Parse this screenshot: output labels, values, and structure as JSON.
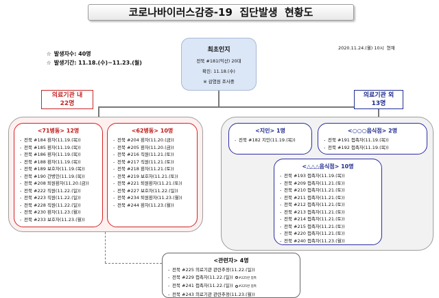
{
  "title": "코로나바이러스감증-19  집단발생  현황도",
  "summary": {
    "bullet": "☆",
    "occurrence": "발생자수: 40명",
    "period": "발생기간: 11.18.(수)~11.23.(월)"
  },
  "as_of": "2020.11.24.(월) 10시  현재",
  "first_case": {
    "title": "최초인지",
    "case": "전북 #181(익산) 20대",
    "confirmed": "확진: 11.18.(수)",
    "note": "※ 감염원 조사중"
  },
  "inside": {
    "label": "의료기관 내\n22명"
  },
  "outside": {
    "label": "의료기관 외\n13명"
  },
  "groups": [
    {
      "title": "<71병동> 12명",
      "entries": [
        "전북 #184 환자(11.19.(목))",
        "전북 #185 환자(11.19.(목))",
        "전북 #186 환자(11.19.(목))",
        "전북 #188 환자(11.19.(목))",
        "전북 #189 보호자(11.19.(목))",
        "전북 #190 간병인(11.19.(목))",
        "전북 #208 퇴원환자(11.20.(금))",
        "전북 #222 직원(11.22.(일))",
        "전북 #223 직원(11.22.(일))",
        "전북 #228 직원(11.22.(일))",
        "전북 #230 환자(11.23.(월))",
        "전북 #233 보호자(11.23.(월))"
      ]
    },
    {
      "title": "<62병동> 10명",
      "entries": [
        "전북 #204 환자(11.20.(금))",
        "전북 #205 환자(11.20.(금))",
        "전북 #216 직원(11.21.(토))",
        "전북 #217 직원(11.21.(토))",
        "전북 #218 환자(11.21.(토))",
        "전북 #219 보호자(11.21.(토))",
        "전북 #221 퇴원환자(11.21.(토))",
        "전북 #227 보호자(11.22.(일))",
        "전북 #234 퇴원환자(11.23.(월))",
        "전북 #244 환자(11.23.(월))"
      ]
    },
    {
      "title": "<지인> 1명",
      "entries": [
        "전북 #182 지인(11.19.(목))"
      ]
    },
    {
      "title": "<○○○음식점> 2명",
      "entries": [
        "전북 #191 접촉자(11.19.(목))",
        "전북 #192 접촉자(11.19.(목))"
      ]
    },
    {
      "title": "<△△△음식점> 10명",
      "entries": [
        "전북 #193 접촉자(11.19.(목))",
        "전북 #209 접촉자(11.21.(토))",
        "전북 #210 접촉자(11.21.(토))",
        "전북 #211 접촉자(11.21.(토))",
        "전북 #212 접촉자(11.21.(토))",
        "전북 #213 접촉자(11.21.(토))",
        "전북 #214 접촉자(11.21.(토))",
        "전북 #215 접촉자(11.21.(토))",
        "전북 #220 접촉자(11.21.(토))",
        "전북 #240 접촉자(11.23.(월))"
      ]
    }
  ],
  "related": {
    "title": "<관련자> 4명",
    "entries": [
      {
        "text": "전북 #225 의료기관 관련추정(11.22.(일))",
        "note": ""
      },
      {
        "text": "전북 #229 접촉자(11.22.(일))",
        "note": "#225번 접촉"
      },
      {
        "text": "전북 #241 접촉자(11.22.(일))",
        "note": "#225번 접촉"
      },
      {
        "text": "전북 #243 의료기관 관련추정(11.23.(월))",
        "note": ""
      }
    ]
  },
  "colors": {
    "inside_accent": "#c32727",
    "outside_accent": "#1f2b8f",
    "inside_bg": "#fff0f0",
    "outside_bg": "#f2f2f2",
    "first_case_bg": "#dbe6f6"
  }
}
